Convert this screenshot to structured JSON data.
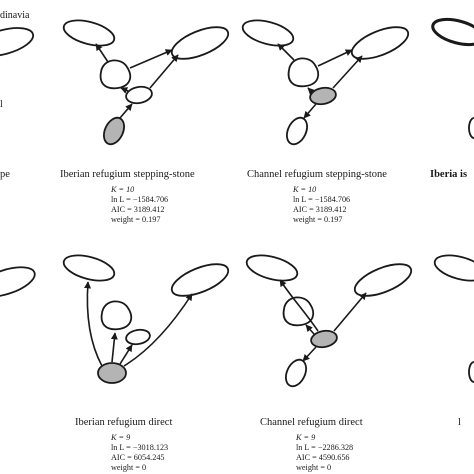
{
  "panels": {
    "left_top": {
      "label_scandinavia": "dinavia",
      "label_fragment": "l",
      "caption_fragment": "pe"
    },
    "iberian_stepping_stone": {
      "caption": "Iberian refugium stepping-stone",
      "k": "K = 10",
      "lnl": "ln L = −1584.706",
      "aic": "AIC = 3189.412",
      "weight": "weight = 0.197"
    },
    "channel_stepping_stone": {
      "caption": "Channel refugium stepping-stone",
      "k": "K = 10",
      "lnl": "ln L = −1584.706",
      "aic": "AIC = 3189.412",
      "weight": "weight = 0.197"
    },
    "right_top": {
      "caption_fragment": "Iberia is"
    },
    "iberian_direct": {
      "caption": "Iberian refugium direct",
      "k": "K = 9",
      "lnl": "ln L = −3018.123",
      "aic": "AIC = 6054.245",
      "weight": "weight = 0"
    },
    "channel_direct": {
      "caption": "Channel refugium direct",
      "k": "K = 9",
      "lnl": "ln L = −2286.328",
      "aic": "AIC = 4590.656",
      "weight": "weight = 0"
    },
    "right_bottom": {
      "caption_fragment": "l"
    }
  }
}
